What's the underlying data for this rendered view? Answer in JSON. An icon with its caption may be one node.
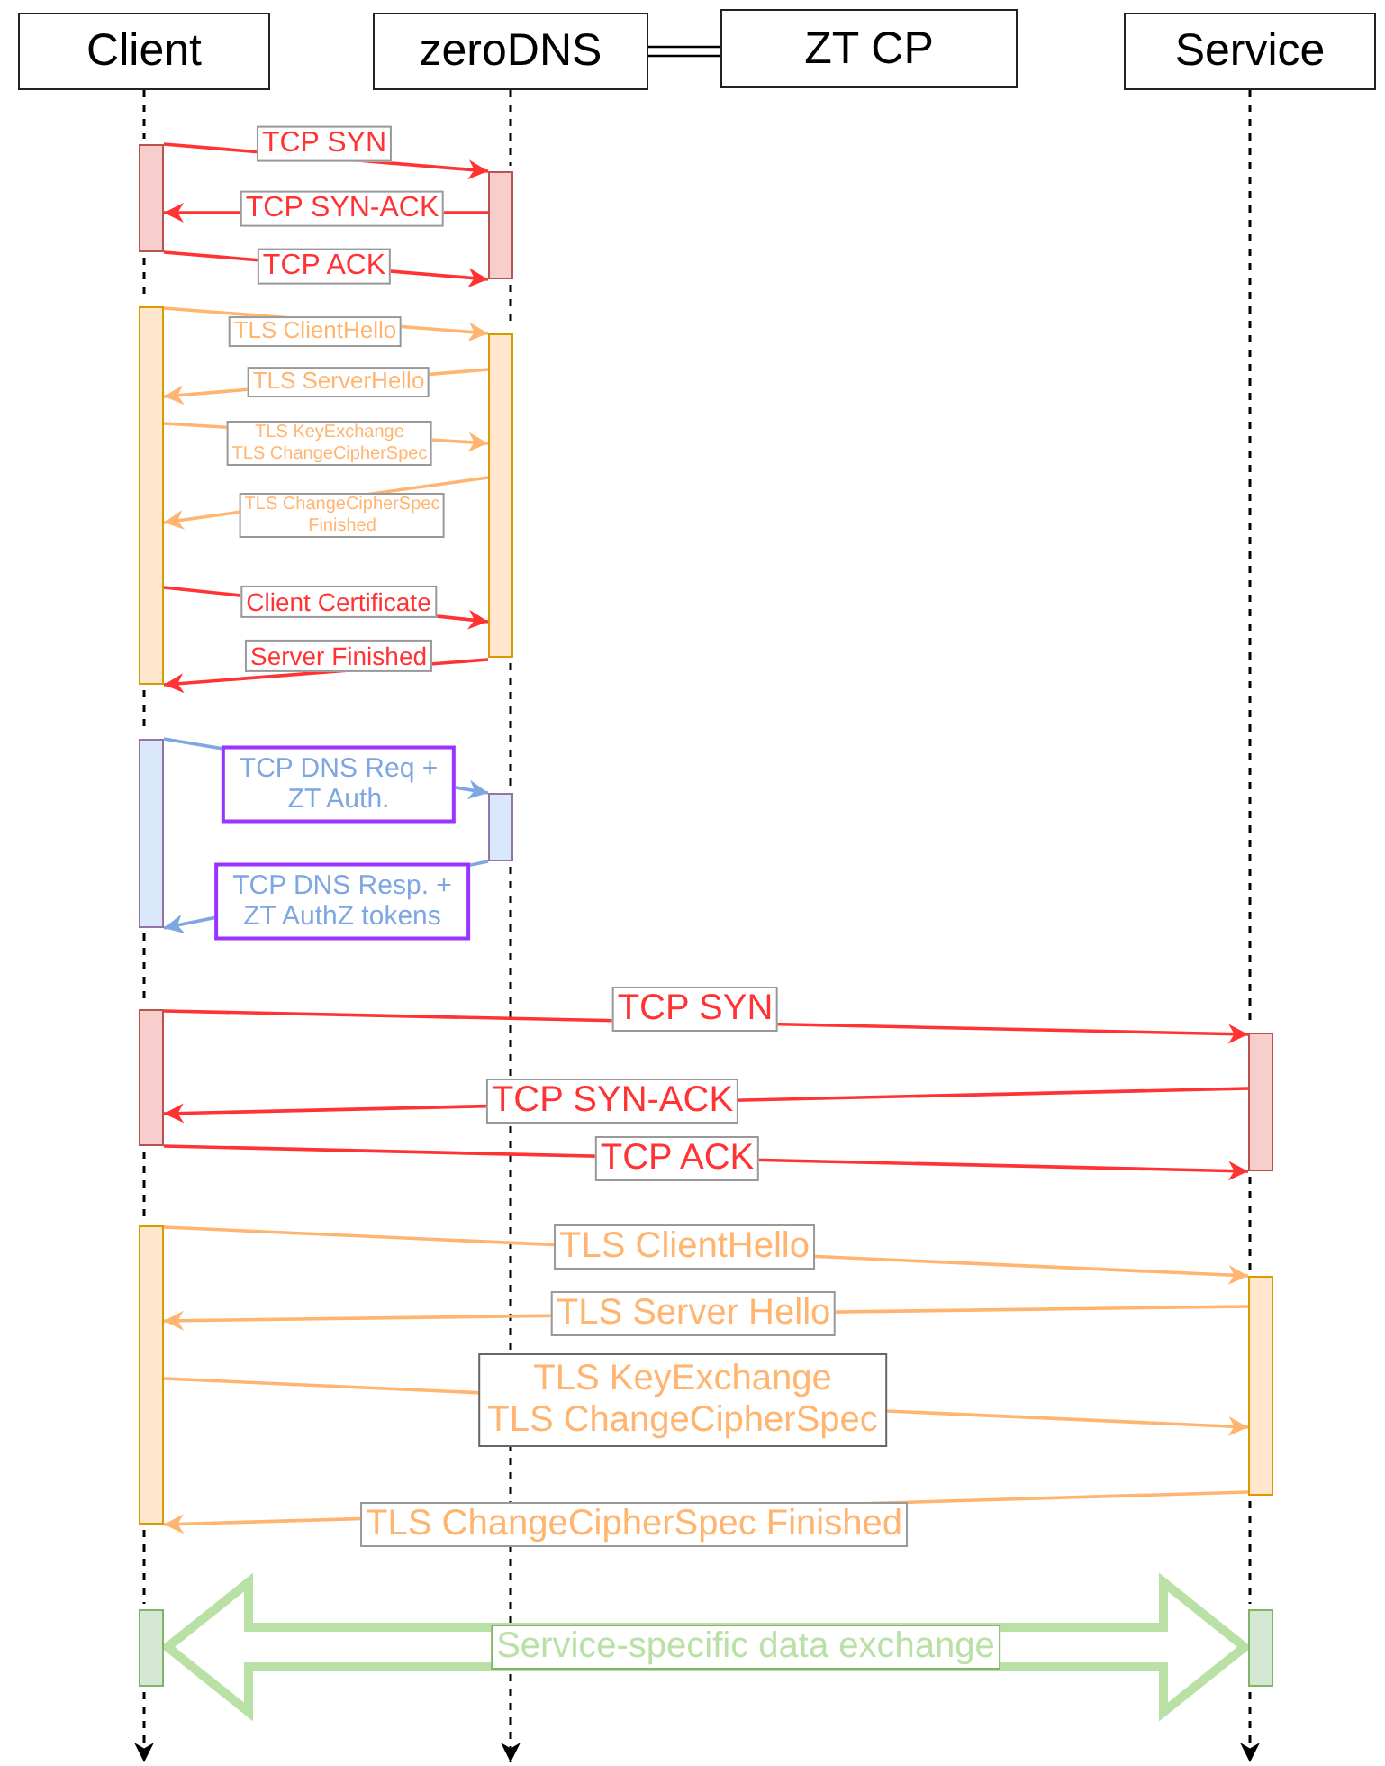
{
  "diagram": {
    "nodes": [
      {
        "text": [
          "Client"
        ]
      },
      {
        "text": [
          "zeroDNS"
        ]
      },
      {
        "text": [
          "ZT CP"
        ]
      },
      {
        "text": [
          "Service"
        ]
      },
      {
        "text": [],
        "shape": "bar"
      },
      {
        "text": [],
        "shape": "bar"
      },
      {
        "text": [],
        "shape": "bar"
      },
      {
        "text": [],
        "shape": "bar"
      },
      {
        "text": [],
        "shape": "bar"
      },
      {
        "text": [],
        "shape": "bar"
      },
      {
        "text": [],
        "shape": "bar"
      },
      {
        "text": [],
        "shape": "bar"
      },
      {
        "text": [],
        "shape": "bar"
      },
      {
        "text": [],
        "shape": "bar"
      },
      {
        "text": [],
        "shape": "bar"
      },
      {
        "text": [],
        "shape": "bar"
      }
    ],
    "edges": [
      {
        "from": 1,
        "to": 2,
        "arrow": "none",
        "color": "#000000"
      },
      {
        "from": 0,
        "to": null,
        "arrow": "to",
        "style": "dashed",
        "color": "#000000"
      },
      {
        "from": 1,
        "to": null,
        "arrow": "to",
        "style": "dashed",
        "color": "#000000"
      },
      {
        "from": 3,
        "to": null,
        "arrow": "to",
        "style": "dashed",
        "color": "#000000"
      },
      {
        "from": 4,
        "to": 5,
        "arrow": "to",
        "label": "TCP SYN",
        "color": "#ff3333"
      },
      {
        "from": 5,
        "to": 4,
        "arrow": "to",
        "label": "TCP SYN-ACK",
        "color": "#ff3333"
      },
      {
        "from": 4,
        "to": 5,
        "arrow": "to",
        "label": "TCP ACK",
        "color": "#ff3333"
      },
      {
        "from": 6,
        "to": 7,
        "arrow": "to",
        "label": "TLS ClientHello",
        "color": "#ffb570"
      },
      {
        "from": 7,
        "to": 6,
        "arrow": "to",
        "label": "TLS ServerHello",
        "color": "#ffb570"
      },
      {
        "from": 6,
        "to": 7,
        "arrow": "to",
        "label": "TLS KeyExchange TLS ChangeCipherSpec",
        "color": "#ffb570"
      },
      {
        "from": 7,
        "to": 6,
        "arrow": "to",
        "label": "TLS ChangeCipherSpec Finished",
        "color": "#ffb570"
      },
      {
        "from": 6,
        "to": 7,
        "arrow": "to",
        "label": "Client Certificate",
        "color": "#ff3333"
      },
      {
        "from": 7,
        "to": 6,
        "arrow": "to",
        "label": "Server Finished",
        "color": "#ff3333"
      },
      {
        "from": 8,
        "to": 9,
        "arrow": "to",
        "label": "TCP DNS Req + ZT Auth.",
        "color": "#7ea6e0"
      },
      {
        "from": 9,
        "to": 8,
        "arrow": "to",
        "label": "TCP DNS Resp. + ZT AuthZ tokens",
        "color": "#7ea6e0"
      },
      {
        "from": 10,
        "to": 11,
        "arrow": "to",
        "label": "TCP SYN",
        "color": "#ff3333"
      },
      {
        "from": 11,
        "to": 10,
        "arrow": "to",
        "label": "TCP SYN-ACK",
        "color": "#ff3333"
      },
      {
        "from": 10,
        "to": 11,
        "arrow": "to",
        "label": "TCP ACK",
        "color": "#ff3333"
      },
      {
        "from": 12,
        "to": 13,
        "arrow": "to",
        "label": "TLS ClientHello",
        "color": "#ffb570"
      },
      {
        "from": 13,
        "to": 12,
        "arrow": "to",
        "label": "TLS Server Hello",
        "color": "#ffb570"
      },
      {
        "from": 12,
        "to": 13,
        "arrow": "to",
        "label": "TLS KeyExchange TLS ChangeCipherSpec",
        "color": "#ffb570"
      },
      {
        "from": 13,
        "to": 12,
        "arrow": "to",
        "label": "TLS ChangeCipherSpec Finished",
        "color": "#ffb570"
      },
      {
        "from": 14,
        "to": 15,
        "arrow": "both",
        "label": "Service-specific data exchange",
        "style": "thick",
        "color": "#b9e0a5"
      }
    ]
  }
}
